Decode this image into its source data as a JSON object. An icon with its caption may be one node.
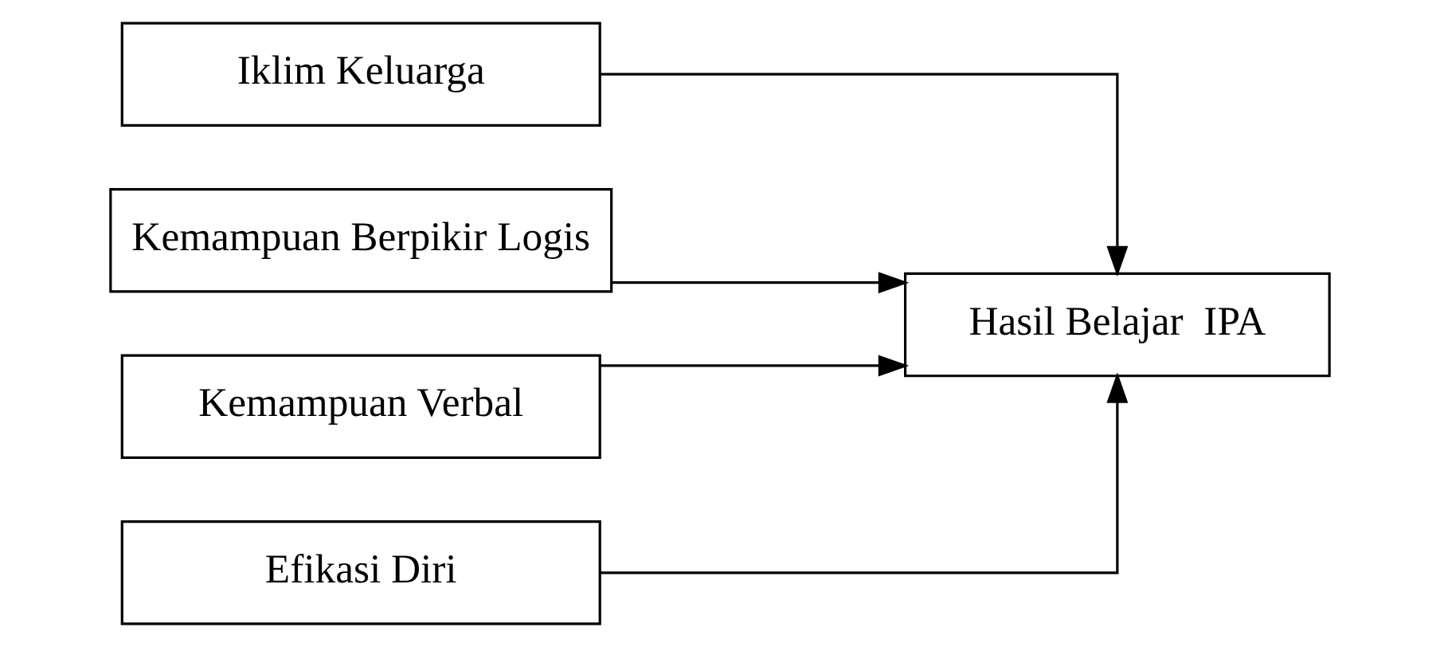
{
  "diagram": {
    "nodes": [
      {
        "text": [
          "Iklim Keluarga"
        ]
      },
      {
        "text": [
          "Kemampuan Berpikir Logis"
        ]
      },
      {
        "text": [
          "Kemampuan Verbal"
        ]
      },
      {
        "text": [
          "Efikasi Diri"
        ]
      },
      {
        "text": [
          "Hasil Belajar  IPA"
        ]
      }
    ],
    "edges": [
      {
        "from": 0,
        "to": 4,
        "arrow": "to"
      },
      {
        "from": 1,
        "to": 4,
        "arrow": "to"
      },
      {
        "from": 2,
        "to": 4,
        "arrow": "to"
      },
      {
        "from": 3,
        "to": 4,
        "arrow": "to"
      }
    ]
  }
}
